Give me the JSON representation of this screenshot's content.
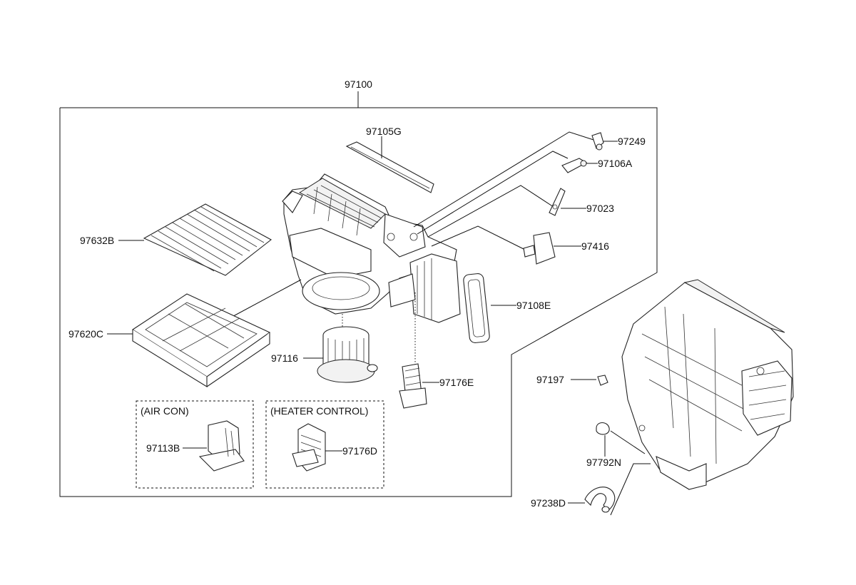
{
  "assembly": {
    "code": "97100"
  },
  "parts": {
    "blower_case_cover": "97105G",
    "clip": "97249",
    "link_a": "97106A",
    "lever": "97023",
    "actuator": "97416",
    "filter_element": "97632B",
    "gasket": "97108E",
    "filter_cover": "97620C",
    "blower_motor": "97116",
    "resistor": "97176E",
    "screw": "97197",
    "hose_clamp": "97792N",
    "drain_hose": "97238D"
  },
  "groups": {
    "air_con": {
      "title": "(AIR CON)",
      "part": "97113B"
    },
    "heater_control": {
      "title": "(HEATER CONTROL)",
      "part": "97176D"
    }
  }
}
